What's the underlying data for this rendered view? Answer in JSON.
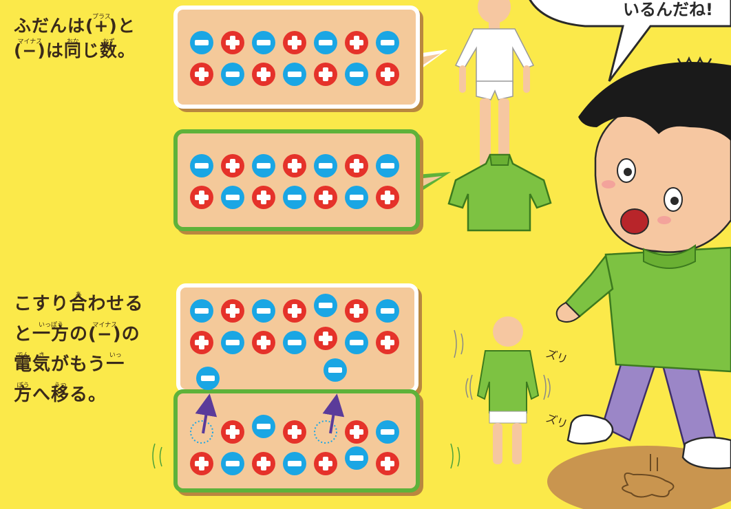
{
  "colors": {
    "background": "#fbe94a",
    "minus": "#1aa6e4",
    "plus": "#e5322a",
    "panel": "#f4c99a",
    "panel_border_white": "#ffffff",
    "panel_border_green": "#5eb23a",
    "shirt_green": "#7dc242",
    "text": "#3a2a1a"
  },
  "speech_bubble": {
    "text": "いるんだね!"
  },
  "caption_1": {
    "line1": {
      "a": "ふだんは",
      "b_ruby": "プラス",
      "b": "(+)",
      "c": "と"
    },
    "line2": {
      "a_ruby": "マイナス",
      "a": "(−)",
      "b": "は",
      "c_ruby": "おな",
      "c": "同",
      "d": "じ",
      "e_ruby": "かず",
      "e": "数",
      "f": "。"
    }
  },
  "caption_2": {
    "line1": {
      "a": "こすり",
      "b_ruby": "あ",
      "b": "合",
      "c": "わせる"
    },
    "line2": {
      "a": "と",
      "b_ruby": "いっぽう",
      "b": "一方",
      "c": "の",
      "d_ruby": "マイナス",
      "d": "(−)",
      "e": "の"
    },
    "line3": {
      "a_ruby": "でん",
      "a": "電",
      "b_ruby": "き",
      "b": "気",
      "c": "がもう",
      "d_ruby": "いっ",
      "d": "一"
    },
    "line4": {
      "a_ruby": "ぽう",
      "a": "方",
      "b": "へ",
      "c_ruby": "うつ",
      "c": "移",
      "d": "る。"
    }
  },
  "sound_effects": {
    "zuri_top": "ズリ",
    "zuri_bottom": "ズリ"
  },
  "panels": {
    "panel_1_rows": [
      [
        "-",
        "+",
        "-",
        "+",
        "-",
        "+",
        "-"
      ],
      [
        "+",
        "-",
        "+",
        "-",
        "+",
        "-",
        "+"
      ]
    ],
    "panel_2_rows": [
      [
        "-",
        "+",
        "-",
        "+",
        "-",
        "+",
        "-"
      ],
      [
        "+",
        "-",
        "+",
        "-",
        "+",
        "-",
        "+"
      ]
    ],
    "panel_3_rows": [
      [
        "-",
        "+",
        "-",
        "+",
        "-",
        "+",
        "-"
      ],
      [
        "+",
        "-",
        "+",
        "-",
        "+",
        "-",
        "+"
      ]
    ],
    "panel_3_moving": [
      "-",
      "-"
    ],
    "panel_4_rows": [
      [
        "empty",
        "+",
        "-",
        "+",
        "empty",
        "+",
        "-"
      ],
      [
        "+",
        "-",
        "+",
        "-",
        "+",
        "-",
        "+"
      ]
    ]
  }
}
